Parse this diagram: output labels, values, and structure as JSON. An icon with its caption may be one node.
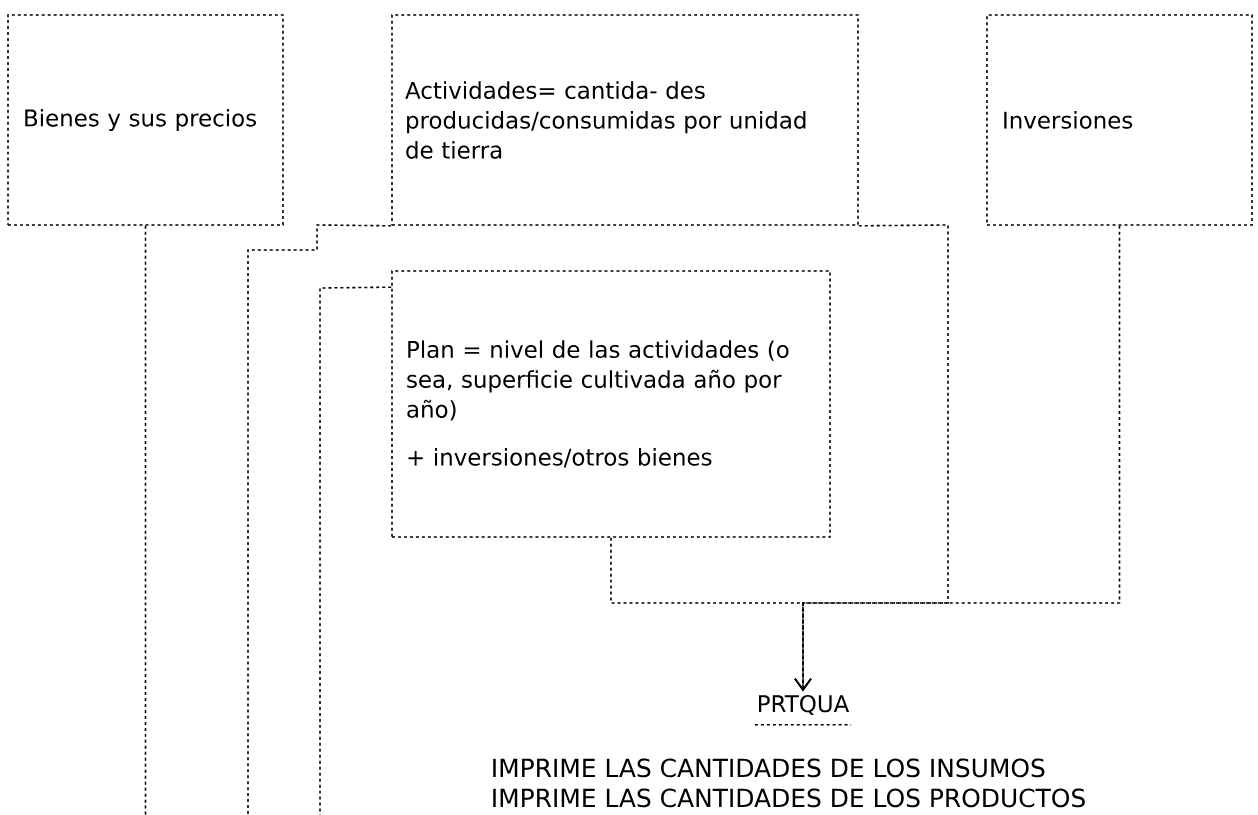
{
  "diagram": {
    "nodes": [
      {
        "text": [
          "Bienes y sus precios"
        ]
      },
      {
        "text": [
          "Actividades= cantida- des producidas/consumidas por unidad de tierra"
        ]
      },
      {
        "text": [
          "Inversiones"
        ]
      },
      {
        "text": [
          "Plan = nivel de las actividades (o sea, superficie cultivada año por año)",
          "+ inversiones/otros bienes"
        ]
      },
      {
        "text": [
          "PRTQUA"
        ]
      }
    ],
    "edges": [
      {
        "from": 0,
        "to": null,
        "arrow": "none"
      },
      {
        "from": 1,
        "to": null,
        "arrow": "none"
      },
      {
        "from": 3,
        "to": null,
        "arrow": "none"
      },
      {
        "from": 1,
        "to": 4,
        "arrow": "to"
      },
      {
        "from": 3,
        "to": 4,
        "arrow": "to"
      },
      {
        "from": 2,
        "to": 4,
        "arrow": "to"
      }
    ],
    "labels": [
      "IMPRIME LAS CANTIDADES DE LOS INSUMOS",
      "IMPRIME LAS CANTIDADES DE LOS PRODUCTOS"
    ]
  }
}
